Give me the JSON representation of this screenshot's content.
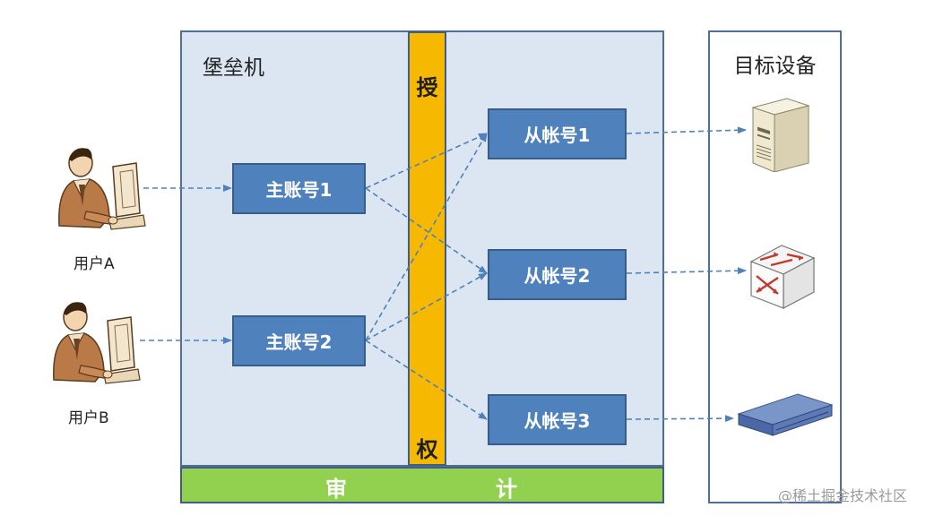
{
  "bastion": {
    "title": "堡垒机"
  },
  "authorization": {
    "char_top": "授",
    "char_bottom": "权"
  },
  "audit": {
    "char_left": "审",
    "char_right": "计"
  },
  "targets": {
    "title": "目标设备",
    "devices": [
      "server-icon",
      "router-icon",
      "switch-icon"
    ]
  },
  "users": [
    {
      "label": "用户A",
      "icon": "user-at-computer-icon"
    },
    {
      "label": "用户B",
      "icon": "user-at-computer-icon"
    }
  ],
  "master_accounts": [
    "主账号1",
    "主账号2"
  ],
  "sub_accounts": [
    "从帐号1",
    "从帐号2",
    "从帐号3"
  ],
  "connections": [
    [
      "用户A",
      "主账号1"
    ],
    [
      "用户B",
      "主账号2"
    ],
    [
      "主账号1",
      "从帐号1"
    ],
    [
      "主账号1",
      "从帐号2"
    ],
    [
      "主账号2",
      "从帐号1"
    ],
    [
      "主账号2",
      "从帐号2"
    ],
    [
      "主账号2",
      "从帐号3"
    ],
    [
      "从帐号1",
      "server-icon"
    ],
    [
      "从帐号2",
      "router-icon"
    ],
    [
      "从帐号3",
      "switch-icon"
    ]
  ],
  "colors": {
    "panel": "#dce6f2",
    "panel_border": "#4f6f9a",
    "account": "#4f81bd",
    "authorization": "#f6b800",
    "audit": "#92d050",
    "arrow": "#4f81bd"
  },
  "watermark": "@稀土掘金技术社区"
}
